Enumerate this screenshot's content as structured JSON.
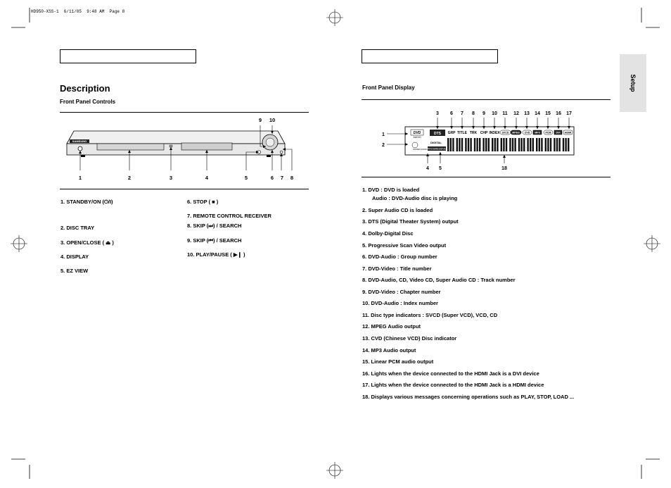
{
  "slug": "HD950-XSS-1  6/11/05  9:48 AM  Page 8",
  "left": {
    "title": "Description",
    "subtitle": "Front Panel Controls",
    "brand": "SAMSUNG",
    "callouts": [
      "1",
      "2",
      "3",
      "4",
      "5",
      "6",
      "7",
      "8",
      "9",
      "10"
    ],
    "items_col1": [
      "1.  STANDBY/ON (⏻/I)",
      "2.  DISC TRAY",
      "3.  OPEN/CLOSE ( ⏏ )",
      "4.  DISPLAY",
      "5.  EZ VIEW"
    ],
    "items_col2": [
      "6.  STOP ( ■ )",
      "7.  REMOTE CONTROL RECEIVER",
      "8.  SKIP (⏭) / SEARCH",
      "9.  SKIP (⏮) / SEARCH",
      "10. PLAY/PAUSE ( ▶❙ )"
    ]
  },
  "right": {
    "subtitle": "Front Panel Display",
    "tab": "Setup",
    "callouts_top": [
      "3",
      "6",
      "7",
      "8",
      "9",
      "10",
      "11",
      "12",
      "13",
      "14",
      "15",
      "16",
      "17"
    ],
    "callouts_left": [
      "1",
      "2"
    ],
    "callouts_bottom": [
      "4",
      "5",
      "18"
    ],
    "display_labels": [
      "GRP",
      "TITLE",
      "TRK",
      "CHP",
      "INDEX",
      "SVCD",
      "MPEG",
      "CVD",
      "MP3",
      "PCM",
      "DVI",
      "HDMI"
    ],
    "display_left": [
      "DVD",
      "AUDIO",
      "SUPER AUDIO CD",
      "DTS",
      "DIGITAL",
      "PROGRESSIVE"
    ],
    "items": [
      "1. DVD : DVD is loaded",
      "Audio : DVD-Audio disc is playing",
      "2. Super Audio CD is loaded",
      "3. DTS (Digital Theater System) output",
      "4. Dolby-Digital Disc",
      "5. Progressive Scan Video output",
      "6. DVD-Audio : Group number",
      "7. DVD-Video :  Title number",
      "8. DVD-Audio, CD, Video CD, Super Audio CD : Track number",
      "9. DVD-Video : Chapter number",
      "10. DVD-Audio : Index number",
      "11. Disc type indicators : SVCD (Super VCD), VCD, CD",
      "12. MPEG Audio output",
      "13. CVD (Chinese VCD) Disc indicator",
      "14. MP3 Audio output",
      "15. Linear PCM audio output",
      "16. Lights when the device connected to the HDMI Jack is a DVI device",
      "17. Lights when the device connected to the HDMI Jack is a HDMI device",
      "18. Displays various messages concerning operations such as PLAY, STOP, LOAD ..."
    ]
  }
}
